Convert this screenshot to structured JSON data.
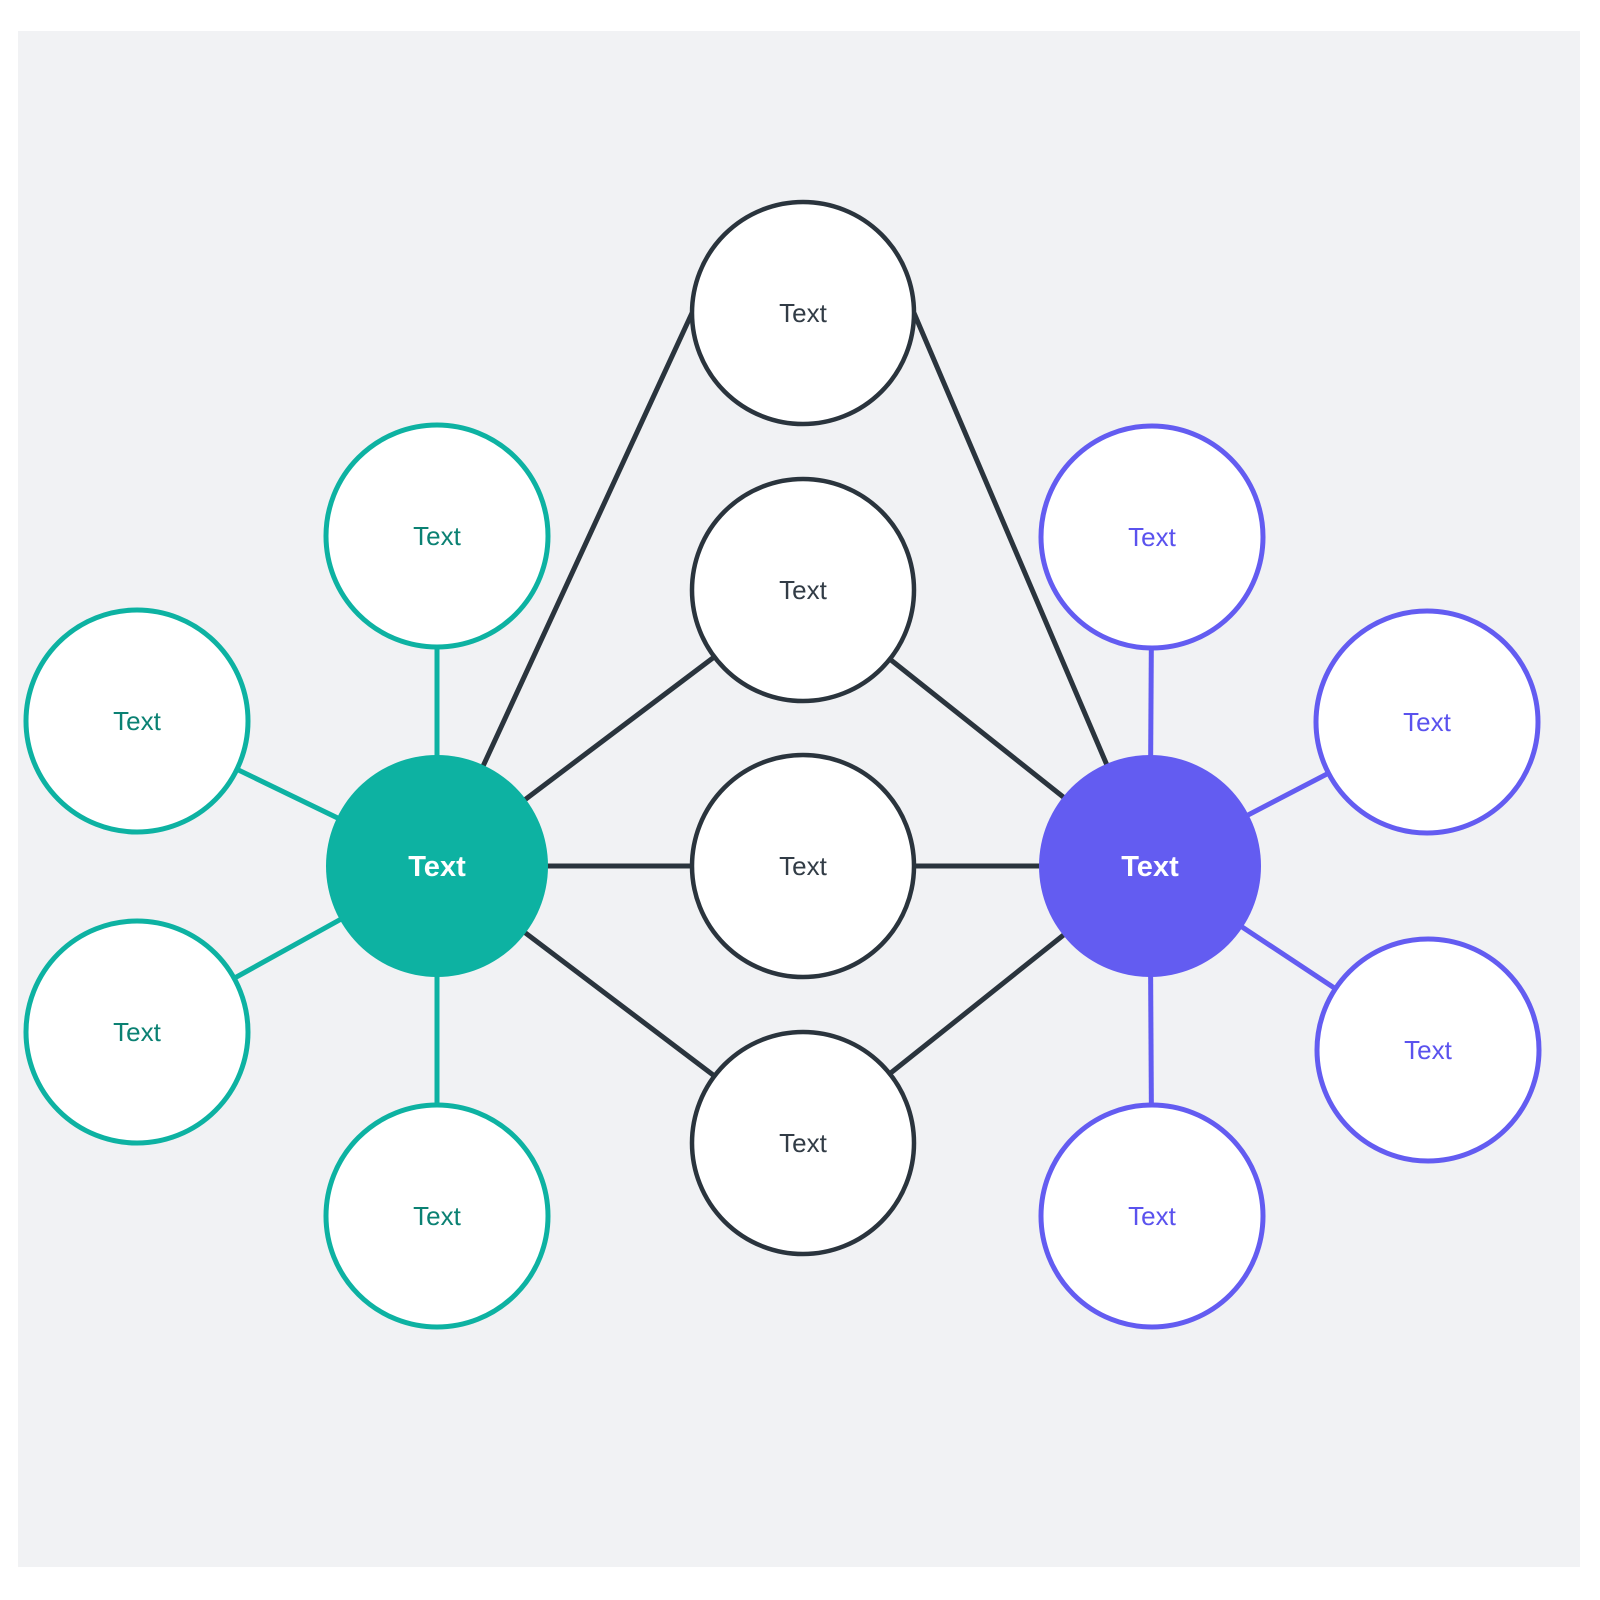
{
  "palette": {
    "page_bg": "#FFFFFF",
    "canvas_fill": "#F1F2F4",
    "dark": "#2A343D",
    "dark_text": "#323C46",
    "teal": "#0DB2A2",
    "teal_text": "#0B8173",
    "purple": "#635CF1",
    "purple_text": "#5A52EE",
    "node_fill": "#FFFFFF",
    "hub_label": "#FFFFFF"
  },
  "nodes": {
    "left_hub": {
      "label": "Text"
    },
    "right_hub": {
      "label": "Text"
    },
    "mid_1": {
      "label": "Text"
    },
    "mid_2": {
      "label": "Text"
    },
    "mid_3": {
      "label": "Text"
    },
    "mid_4": {
      "label": "Text"
    },
    "left_sat_top": {
      "label": "Text"
    },
    "left_sat_left_top": {
      "label": "Text"
    },
    "left_sat_left_bottom": {
      "label": "Text"
    },
    "left_sat_bottom": {
      "label": "Text"
    },
    "right_sat_top": {
      "label": "Text"
    },
    "right_sat_right_top": {
      "label": "Text"
    },
    "right_sat_right_bottom": {
      "label": "Text"
    },
    "right_sat_bottom": {
      "label": "Text"
    }
  }
}
